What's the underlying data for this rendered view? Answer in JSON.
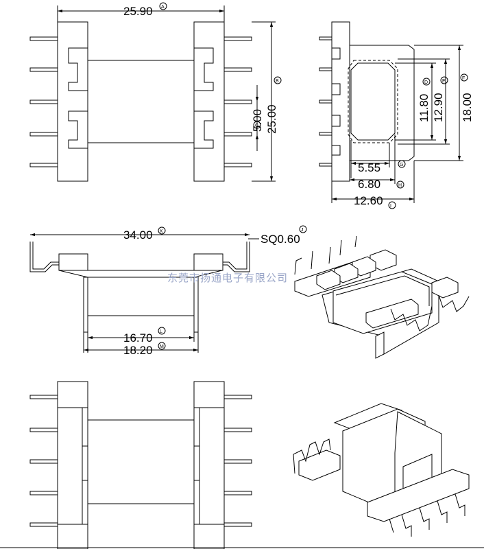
{
  "dimensions": {
    "top_width": {
      "value": "25.90",
      "ref": "A"
    },
    "top_height": {
      "value": "25.00",
      "ref": "B"
    },
    "pin_pitch": {
      "value": "5.00",
      "ref": "C"
    },
    "inner_d": {
      "value": "11.80",
      "ref": "D"
    },
    "inner_e": {
      "value": "12.90",
      "ref": "E"
    },
    "outer_f": {
      "value": "18.00",
      "ref": "F"
    },
    "g": {
      "value": "5.55",
      "ref": "G"
    },
    "h": {
      "value": "6.80",
      "ref": "H"
    },
    "i": {
      "value": "12.60",
      "ref": "I"
    },
    "pin_span": {
      "value": "34.00",
      "ref": "K"
    },
    "pin_sq": {
      "value": "SQ0.60",
      "ref": "J"
    },
    "l": {
      "value": "16.70",
      "ref": "L"
    },
    "m": {
      "value": "18.20",
      "ref": "M"
    }
  },
  "watermark": "东莞市扬通电子有限公司"
}
